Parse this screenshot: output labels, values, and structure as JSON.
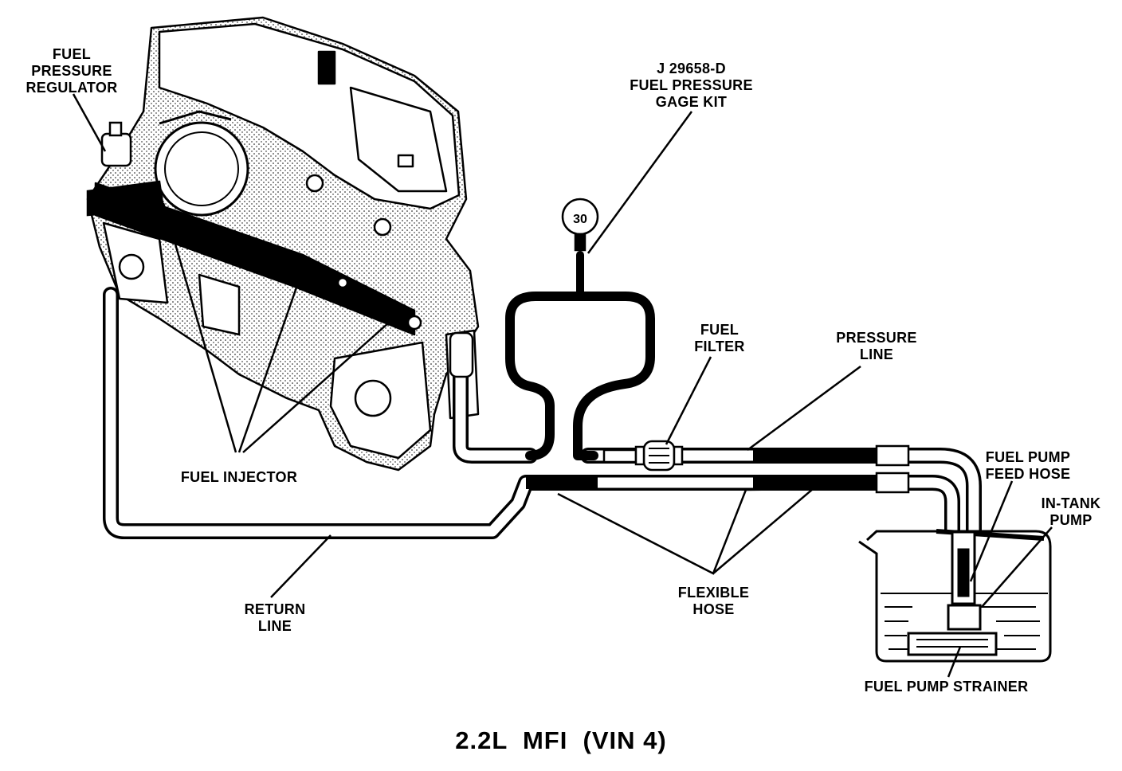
{
  "labels": {
    "fuel_pressure_regulator": [
      "FUEL",
      "PRESSURE",
      "REGULATOR"
    ],
    "gage_kit": [
      "J 29658-D",
      "FUEL PRESSURE",
      "GAGE KIT"
    ],
    "fuel_filter": [
      "FUEL",
      "FILTER"
    ],
    "pressure_line": [
      "PRESSURE",
      "LINE"
    ],
    "fuel_injector": "FUEL INJECTOR",
    "fuel_pump_feed_hose": [
      "FUEL PUMP",
      "FEED HOSE"
    ],
    "in_tank_pump": [
      "IN-TANK",
      "PUMP"
    ],
    "flexible_hose": [
      "FLEXIBLE",
      "HOSE"
    ],
    "return_line": [
      "RETURN",
      "LINE"
    ],
    "fuel_pump_strainer": "FUEL PUMP STRAINER",
    "gauge_face": "30"
  },
  "caption": "2.2L  MFI  (VIN 4)"
}
